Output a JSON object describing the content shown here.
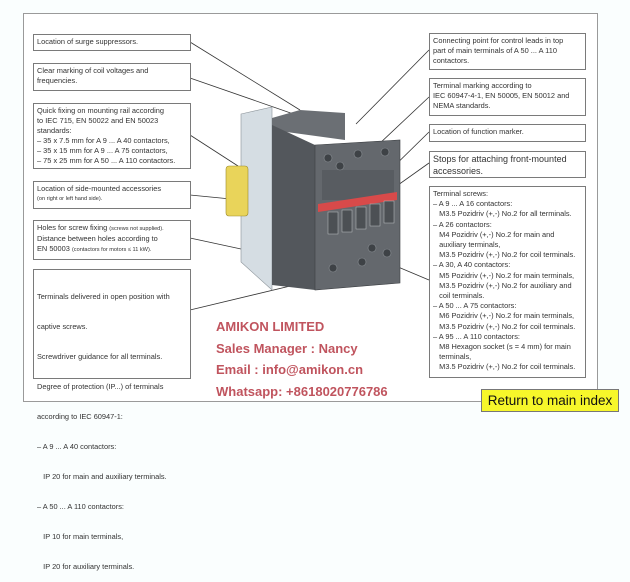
{
  "left_callouts": [
    {
      "lines": [
        "Location of surge suppressors."
      ]
    },
    {
      "lines": [
        "Clear marking of coil voltages and",
        "frequencies."
      ]
    },
    {
      "lines": [
        "Quick fixing on mounting rail according",
        "to IEC  715,  EN  50022 and EN  50023",
        "standards:",
        "– 35 x 7.5 mm for A 9 ... A 40 contactors,",
        "– 35 x 15 mm for A 9 ... A 75 contactors,",
        "– 75 x 25 mm for A 50 ... A 110 contactors."
      ]
    },
    {
      "lines": [
        "Location of side-mounted accessories"
      ],
      "note": "(on right or left hand side)."
    },
    {
      "line1": "Holes for screw fixing ",
      "line1_note": "(screws not supplied).",
      "line2": "Distance between holes according to",
      "line3": "EN 50003 ",
      "line3_note": "(contactors for motors ≤ 11 kW)."
    },
    {
      "lines": [
        "Terminals delivered in open position with",
        "captive screws.",
        "Screwdriver guidance for all terminals.",
        "Degree of protection (IP...) of terminals",
        "according to IEC 60947-1:",
        "– A 9 ... A 40 contactors:",
        "   IP 20 for main and auxiliary terminals.",
        "– A 50 ... A 110 contactors:",
        "   IP 10 for main terminals,",
        "   IP 20 for auxiliary terminals."
      ]
    }
  ],
  "right_callouts": [
    {
      "lines": [
        "Connecting point for control leads in top",
        "part of main terminals of A  50  ...  A  110",
        "contactors."
      ]
    },
    {
      "lines": [
        "Terminal marking according to",
        "IEC 60947-4-1, EN 50005, EN 50012 and",
        "NEMA standards."
      ]
    },
    {
      "lines": [
        "Location of function marker."
      ]
    },
    {
      "lines": [
        "Stops for attaching front-mounted",
        "accessories."
      ]
    },
    {
      "lines": [
        "Terminal screws:",
        "– A 9 ... A 16 contactors:",
        "   M3.5 Pozidriv (+,-) No.2 for all terminals.",
        "– A 26 contactors:",
        "   M4 Pozidriv (+,-) No.2 for main and",
        "   auxiliary terminals,",
        "   M3.5 Pozidriv (+,-) No.2 for coil terminals.",
        "– A 30, A 40 contactors:",
        "   M5 Pozidriv (+,-) No.2 for main terminals,",
        "   M3.5 Pozidriv (+,-) No.2 for auxiliary and",
        "   coil terminals.",
        "– A 50 ... A 75 contactors:",
        "   M6 Pozidriv (+,-) No.2 for main terminals,",
        "   M3.5 Pozidriv (+,-) No.2 for coil terminals.",
        "– A 95 ... A 110 contactors:",
        "   M8 Hexagon socket (s = 4 mm) for main",
        "   terminals,",
        "   M3.5 Pozidriv (+,-) No.2 for coil terminals."
      ]
    }
  ],
  "watermark": {
    "company": "AMIKON LIMITED",
    "manager": "Sales Manager : Nancy",
    "email": "Email : info@amikon.cn",
    "whatsapp": "Whatsapp: +8618020776786",
    "color": "#c0545e"
  },
  "return_button": {
    "label": "Return to main index",
    "color": "#f7f72a"
  }
}
